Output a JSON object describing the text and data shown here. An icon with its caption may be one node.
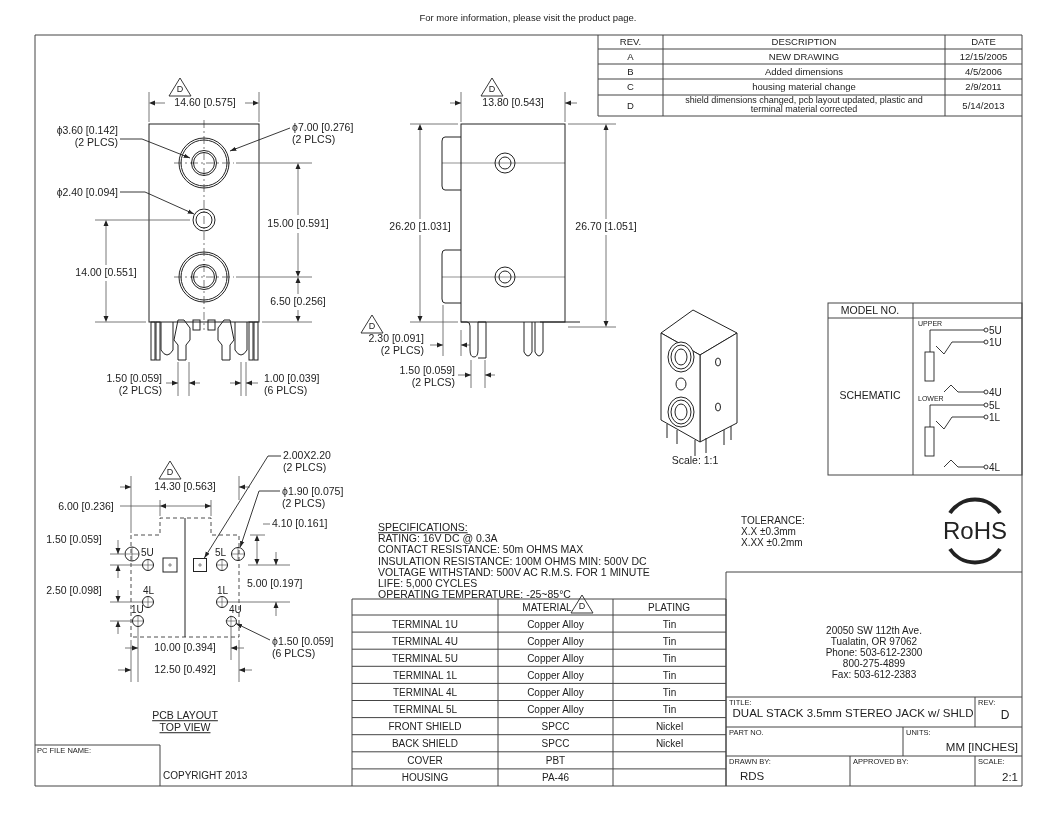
{
  "diagram": {
    "nodes": [
      {
        "text": [
          "ϕ3.60 [0.142] (2 PLCS)"
        ]
      },
      {
        "text": [
          "ϕ7.00 [0.276] (2 PLCS)"
        ]
      },
      {
        "text": [
          "ϕ2.40 [0.094]"
        ]
      },
      {
        "text": [
          "2.00X2.20 (2 PLCS)"
        ]
      },
      {
        "text": [
          "ϕ1.90 [0.075] (2 PLCS)"
        ]
      },
      {
        "text": [
          "ϕ1.50 [0.059] (6 PLCS)"
        ]
      },
      {
        "text": [],
        "shape": "box"
      },
      {
        "text": [],
        "shape": "circle"
      },
      {
        "text": [],
        "shape": "circle"
      }
    ],
    "edges": [
      {
        "from": 0,
        "to": null,
        "arrow": "to"
      },
      {
        "from": 1,
        "to": null,
        "arrow": "to"
      },
      {
        "from": 2,
        "to": null,
        "arrow": "to"
      },
      {
        "from": 3,
        "to": 6,
        "arrow": "to"
      },
      {
        "from": 4,
        "to": 7,
        "arrow": "to"
      },
      {
        "from": 5,
        "to": 8,
        "arrow": "to"
      }
    ],
    "labels": [
      "For more information, please visit the product page.",
      "D",
      "14.60 [0.575]",
      "15.00 [0.591]",
      "14.00 [0.551]",
      "6.50 [0.256]",
      "1.50 [0.059] (2 PLCS)",
      "1.00 [0.039] (6 PLCS)",
      "D",
      "13.80 [0.543]",
      "26.20 [1.031]",
      "26.70 [1.051]",
      "D",
      "2.30 [0.091] (2 PLCS)",
      "1.50 [0.059] (2 PLCS)",
      "Scale: 1:1",
      "REV.",
      "DESCRIPTION",
      "DATE",
      "A",
      "NEW DRAWING",
      "12/15/2005",
      "B",
      "Added dimensions",
      "4/5/2006",
      "C",
      "housing material change",
      "2/9/2011",
      "D",
      "shield dimensions changed, pcb layout updated, plastic and terminal material corrected",
      "5/14/2013",
      "MODEL NO.",
      "SCHEMATIC",
      "UPPER",
      "5U",
      "1U",
      "4U",
      "LOWER",
      "5L",
      "1L",
      "4L",
      "TOLERANCE:",
      "X.X ±0.3mm",
      "X.XX ±0.2mm",
      "RoHS",
      "D",
      "14.30 [0.563]",
      "6.00 [0.236]",
      "4.10 [0.161]",
      "1.50 [0.059]",
      "5U",
      "5L",
      "2.50 [0.098]",
      "4L",
      "1L",
      "5.00 [0.197]",
      "1U",
      "4U",
      "10.00 [0.394]",
      "12.50 [0.492]",
      "PCB LAYOUT",
      "TOP VIEW",
      "SPECIFICATIONS:",
      "RATING: 16V DC @ 0.3A",
      "CONTACT RESISTANCE: 50m OHMS MAX",
      "INSULATION RESISTANCE: 100M OHMS MIN: 500V DC",
      "VOLTAGE WITHSTAND: 500V AC R.M.S. FOR 1 MINUTE",
      "LIFE: 5,000 CYCLES",
      "OPERATING TEMPERATURE: -25~85°C",
      "MATERIAL",
      "D",
      "PLATING",
      "TERMINAL 1U",
      "Copper Alloy",
      "Tin",
      "TERMINAL 4U",
      "Copper Alloy",
      "Tin",
      "TERMINAL 5U",
      "Copper Alloy",
      "Tin",
      "TERMINAL 1L",
      "Copper Alloy",
      "Tin",
      "TERMINAL 4L",
      "Copper Alloy",
      "Tin",
      "TERMINAL 5L",
      "Copper Alloy",
      "Tin",
      "FRONT SHIELD",
      "SPCC",
      "Nickel",
      "BACK SHIELD",
      "SPCC",
      "Nickel",
      "COVER",
      "PBT",
      "HOUSING",
      "PA-46",
      "20050 SW 112th Ave.",
      "Tualatin, OR 97062",
      "Phone: 503-612-2300",
      "800-275-4899",
      "Fax: 503-612-2383",
      "TITLE:",
      "DUAL STACK 3.5mm STEREO JACK w/ SHLD",
      "REV:",
      "D",
      "PART NO.",
      "UNITS:",
      "MM [INCHES]",
      "DRAWN BY:",
      "RDS",
      "APPROVED BY:",
      "SCALE:",
      "2:1",
      "PC FILE NAME:",
      "COPYRIGHT 2013"
    ]
  }
}
